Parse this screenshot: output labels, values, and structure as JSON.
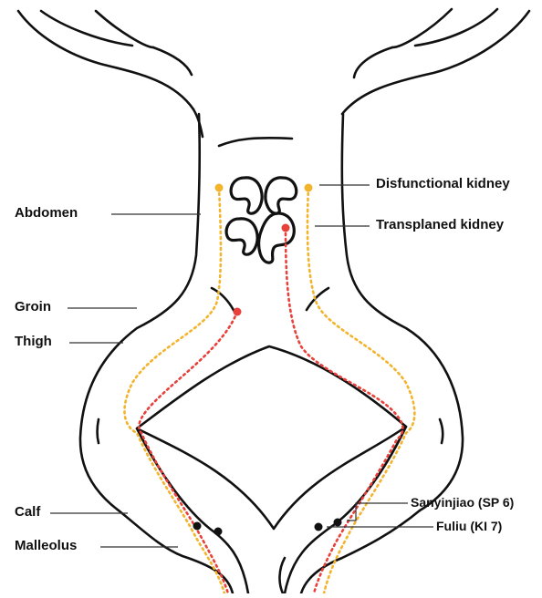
{
  "labels": {
    "abdomen": "Abdomen",
    "groin": "Groin",
    "thigh": "Thigh",
    "calf": "Calf",
    "malleolus": "Malleolus",
    "disfunctional_kidney": "Disfunctional kidney",
    "transplaned_kidney": "Transplaned kidney",
    "sanyinjiao": "Sanyinjiao (SP 6)",
    "fuliu": "Fuliu (KI 7)"
  },
  "colors": {
    "outline": "#111111",
    "yellow_path": "#F2B42C",
    "red_path": "#E8403A",
    "acupoint": "#111111",
    "label_line": "#333333"
  }
}
